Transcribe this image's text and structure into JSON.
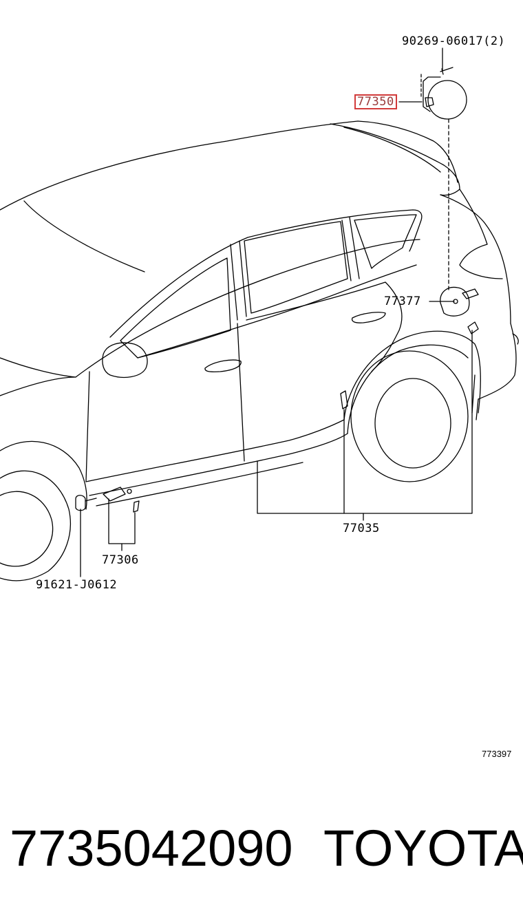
{
  "callouts": {
    "c90269": "90269-06017(2)",
    "c77350": "77350",
    "c77377": "77377",
    "c77035": "77035",
    "c77306": "77306",
    "c91621": "91621-J0612"
  },
  "reference_code": "773397",
  "footer": {
    "part_number": "7735042090",
    "brand": "TOYOTA"
  },
  "colors": {
    "highlight_border": "#d23a3a",
    "highlight_text": "#9a3b3b",
    "line": "#000000"
  }
}
